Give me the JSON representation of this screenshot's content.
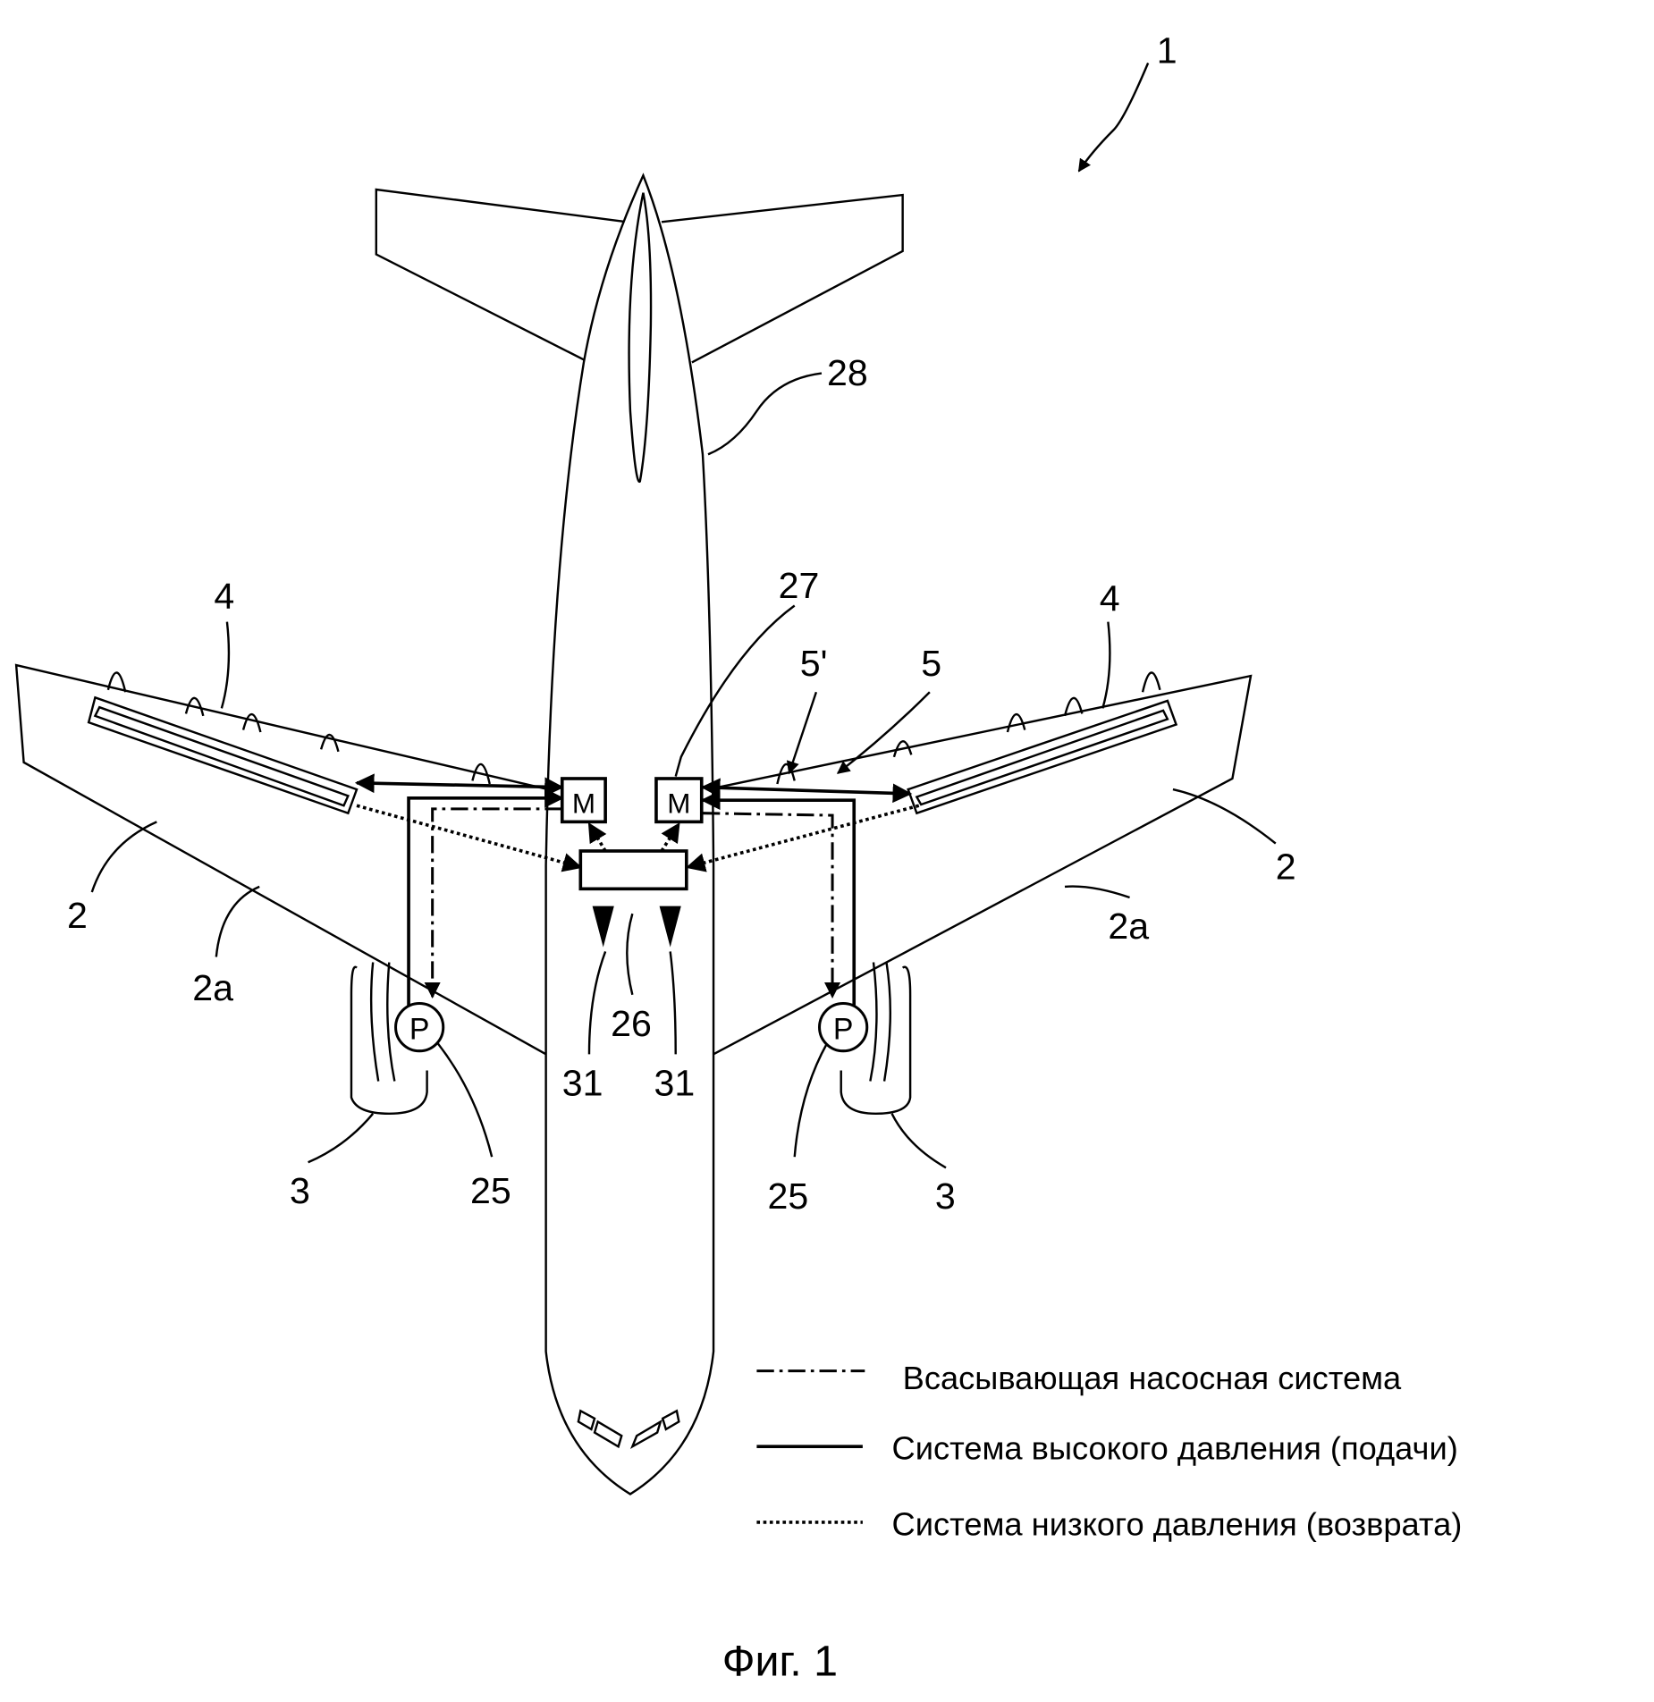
{
  "labels": {
    "system": "1",
    "wing_left": "2",
    "wing_right": "2",
    "trailing_edge_left": "2a",
    "trailing_edge_right": "2a",
    "engine_left": "3",
    "engine_right": "3",
    "flap_left": "4",
    "flap_right": "4",
    "actuator_system": "5",
    "actuator_system_prime": "5'",
    "pump_left": "25",
    "pump_right": "25",
    "controller": "26",
    "motor": "27",
    "fuselage": "28",
    "sensor_left": "31",
    "sensor_right": "31"
  },
  "blocks": {
    "motor_left": "M",
    "motor_right": "M",
    "pump_left": "P",
    "pump_right": "P"
  },
  "legend": [
    {
      "style": "dash-dot",
      "label": "Всасывающая насосная система"
    },
    {
      "style": "solid",
      "label": "Система высокого давления (подачи)"
    },
    {
      "style": "dotted",
      "label": "Система низкого давления (возврата)"
    }
  ],
  "caption": "Фиг. 1"
}
